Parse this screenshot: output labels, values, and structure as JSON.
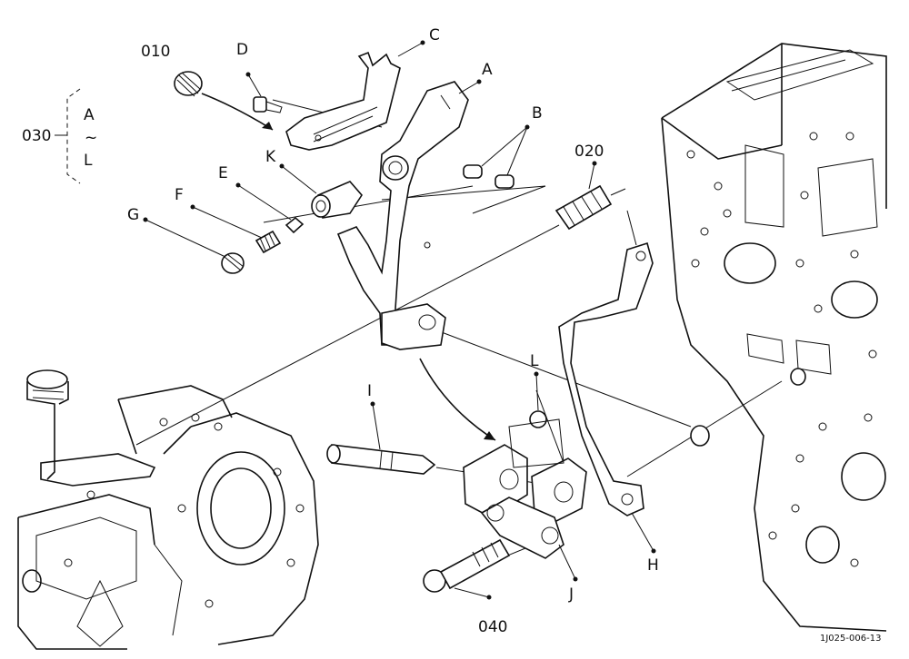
{
  "labels": {
    "A": "A",
    "B": "B",
    "C": "C",
    "D": "D",
    "E": "E",
    "F": "F",
    "G": "G",
    "H": "H",
    "I": "I",
    "J": "J",
    "K": "K",
    "L": "L",
    "p010": "010",
    "p020": "020",
    "p030": "030",
    "p040": "040",
    "range_top": "A",
    "range_tilde": "~",
    "range_bottom": "L"
  },
  "figure_code": "1J025-006-13"
}
